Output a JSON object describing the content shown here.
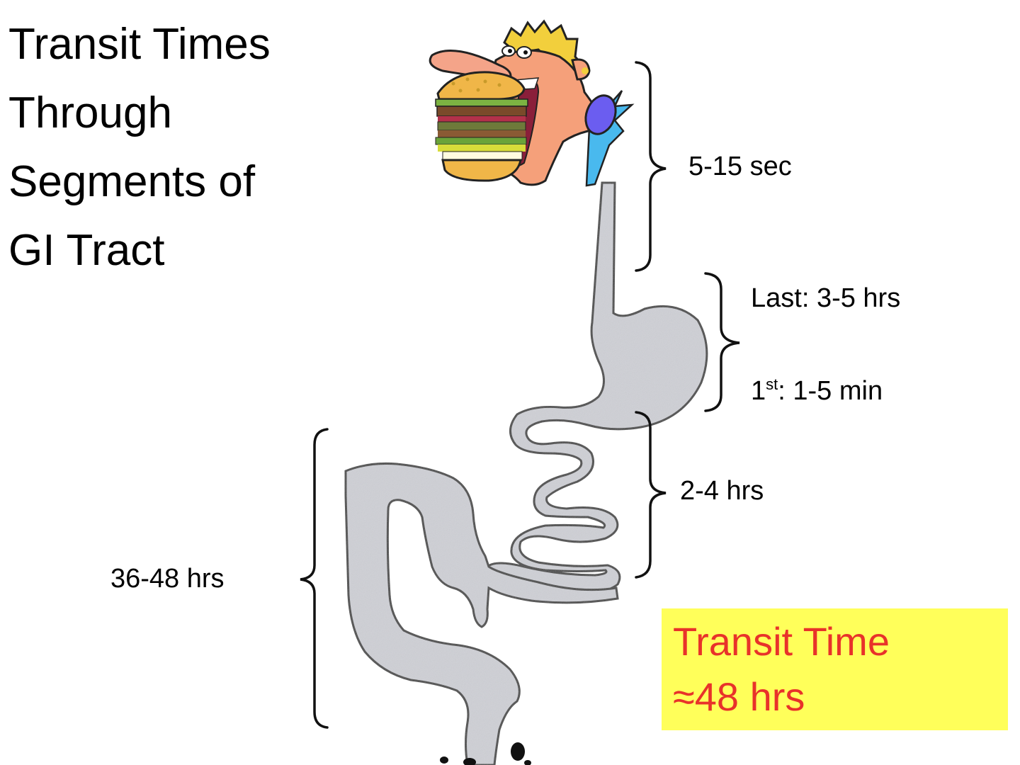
{
  "title": {
    "lines": [
      "Transit Times",
      "Through",
      "Segments of",
      "GI Tract"
    ]
  },
  "segments": [
    {
      "name": "mouth-esophagus",
      "label": "5-15 sec"
    },
    {
      "name": "stomach",
      "label_last": "Last:  3-5 hrs",
      "label_first_prefix": "1",
      "label_first_sup": "st",
      "label_first_suffix": ":  1-5 min"
    },
    {
      "name": "small-intestine",
      "label": "2-4 hrs"
    },
    {
      "name": "large-intestine",
      "label": "36-48 hrs"
    }
  ],
  "callout": {
    "line1": "Transit Time",
    "line2": "≈48 hrs",
    "background": "#ffff5a",
    "text_color": "#e8322a"
  },
  "illustration": {
    "figure": "cartoon man eating a large hamburger",
    "tract_fill": "#cfd0d6",
    "tract_outline": "#4a4a4a"
  }
}
